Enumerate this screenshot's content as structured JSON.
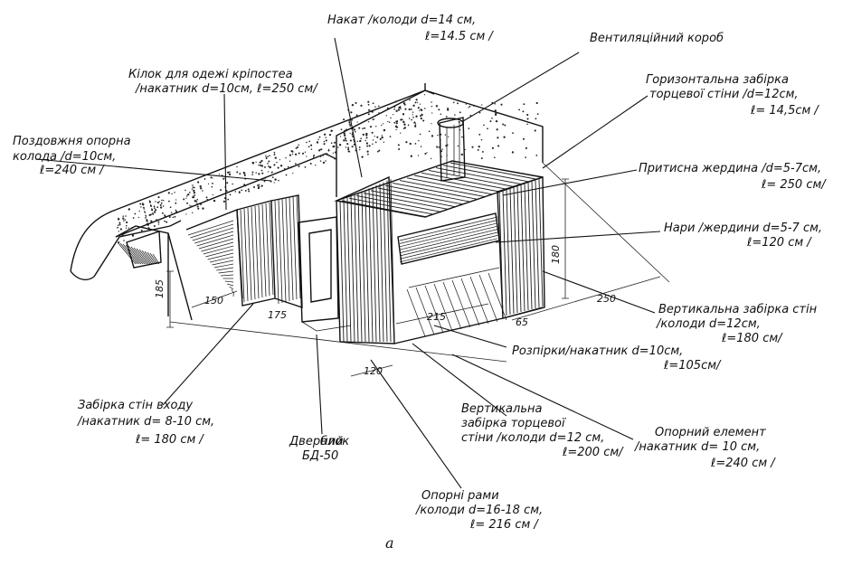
{
  "labels": {
    "nakat_1": "Накат /колоди d=14 см,",
    "nakat_2": "ℓ=14.5 см /",
    "vent": "Вентиляційний короб",
    "kilok_1": "Кілок для одежі кріпостеа",
    "kilok_2": "/накатник d=10см, ℓ=250 см/",
    "hor_1": "Горизонтальна забірка",
    "hor_2": "торцевої стіни /d=12см,",
    "hor_3": "ℓ= 14,5см /",
    "pozd_1": "Поздовжня опорна",
    "pozd_2": "колода /d=10см,",
    "pozd_3": "ℓ=240 см /",
    "prytysna_1": "Притисна жердина /d=5-7см,",
    "prytysna_2": "ℓ= 250 см/",
    "nary_1": "Нари /жердини d=5-7 см,",
    "nary_2": "ℓ=120 см /",
    "vert_1": "Вертикальна забірка стін",
    "vert_2": "/колоди   d=12см,",
    "vert_3": "ℓ=180 см/",
    "rozpirky_1": "Розпірки/накатник  d=10см,",
    "rozpirky_2": "ℓ=105см/",
    "zabirka_1": "Забірка стін входу",
    "zabirka_2": "/накатник  d= 8-10 см,",
    "zabirka_3": "ℓ= 180 см /",
    "dver_1": "Дверний",
    "dver_2": "блок",
    "dver_3": "БД-50",
    "vert_t_1": "Вертикальна",
    "vert_t_2": "забірка торцевої",
    "vert_t_3": "стіни /колоди  d=12 см,",
    "vert_t_4": "ℓ=200 см/",
    "oporn_1": "Опорний елемент",
    "oporn_2": "/накатник  d= 10 см,",
    "oporn_3": "ℓ=240 см /",
    "opor_ramy_1": "Опорні рами",
    "opor_ramy_2": "/колоди  d=16-18 см,",
    "opor_ramy_3": "ℓ= 216  см /"
  },
  "dimensions": {
    "d150": "150",
    "d185": "185",
    "d180": "180",
    "d250": "250",
    "d215": "215",
    "d120": "120",
    "d175": "175",
    "d65": "65"
  },
  "caption": "a"
}
